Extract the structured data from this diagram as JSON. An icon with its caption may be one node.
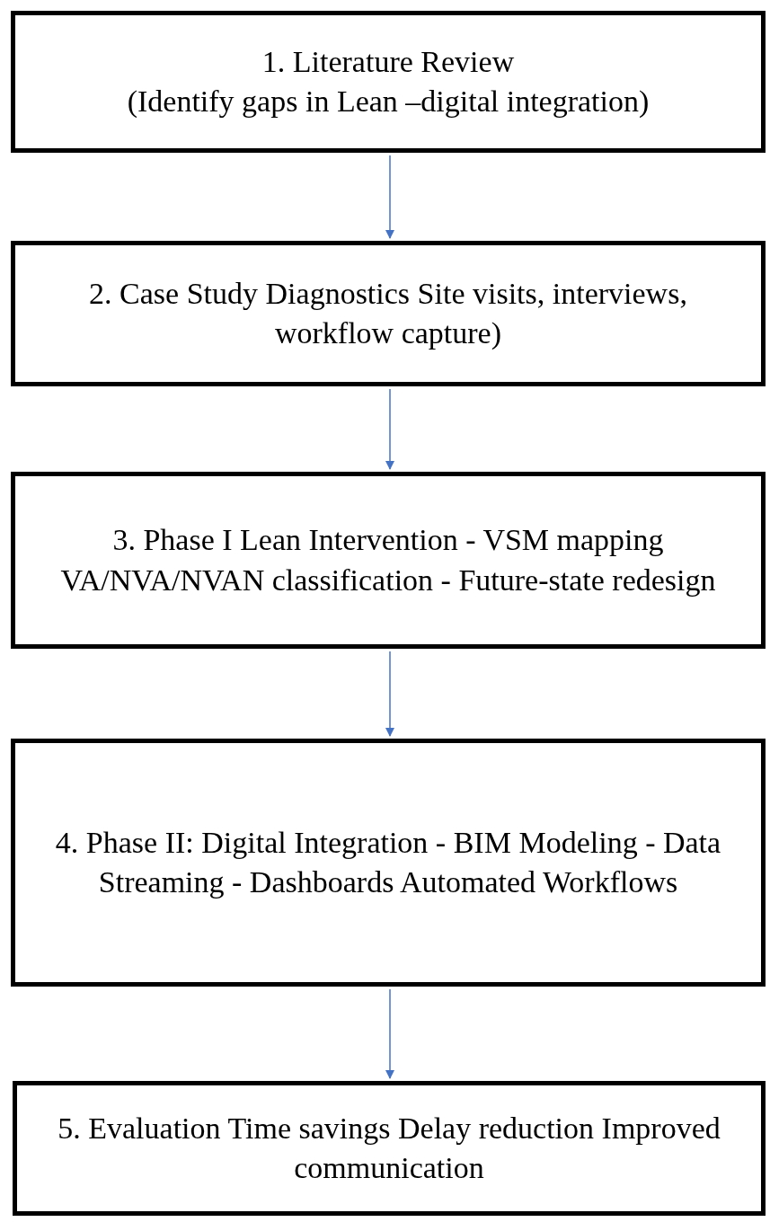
{
  "diagram": {
    "nodes": [
      {
        "text": [
          "1. Literature Review",
          "(Identify gaps in Lean –digital integration)"
        ]
      },
      {
        "text": [
          "2. Case Study Diagnostics Site visits, interviews, workflow capture)"
        ]
      },
      {
        "text": [
          "3. Phase I Lean Intervention - VSM mapping VA/NVA/NVAN classification - Future-state redesign"
        ]
      },
      {
        "text": [
          "4. Phase II: Digital Integration - BIM Modeling - Data Streaming - Dashboards Automated Workflows"
        ]
      },
      {
        "text": [
          "5. Evaluation Time savings Delay reduction Improved communication"
        ]
      }
    ],
    "edges": [
      {
        "from": 0,
        "to": 1,
        "arrow": "to"
      },
      {
        "from": 1,
        "to": 2,
        "arrow": "to"
      },
      {
        "from": 2,
        "to": 3,
        "arrow": "to"
      },
      {
        "from": 3,
        "to": 4,
        "arrow": "to"
      }
    ]
  }
}
